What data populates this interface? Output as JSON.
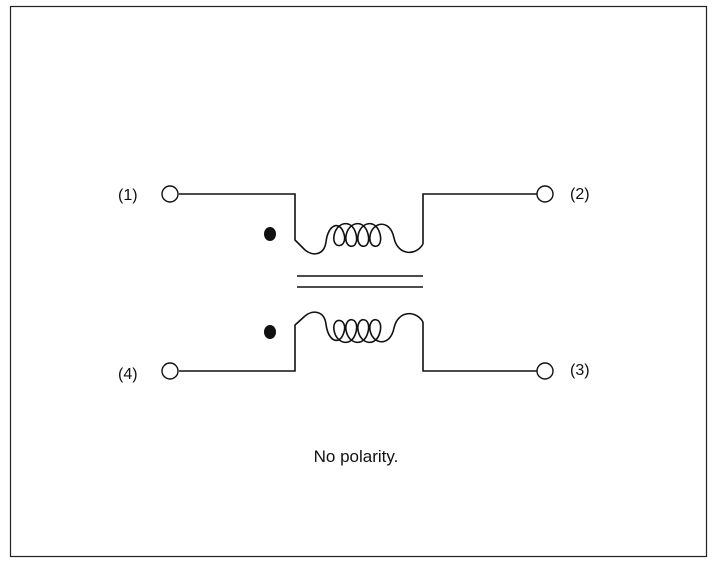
{
  "terminals": {
    "pin1": "(1)",
    "pin2": "(2)",
    "pin3": "(3)",
    "pin4": "(4)"
  },
  "caption": "No polarity.",
  "colors": {
    "line": "#111111",
    "background": "#ffffff"
  }
}
